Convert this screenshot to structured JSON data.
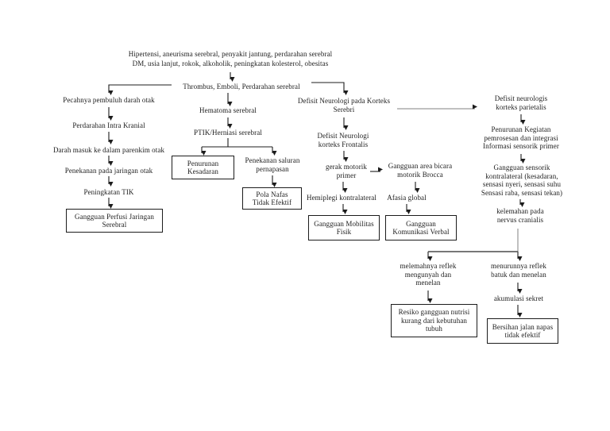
{
  "document": {
    "type": "pathophysiology-flowchart",
    "language": "Indonesian",
    "background_color": "#ffffff",
    "line_color": "#1c1c1c",
    "gray_line_color": "#999999"
  },
  "nodes": {
    "title": [
      "Hipertensi, aneurisma serebral, penyakit jantung, perdarahan serebral",
      "DM, usia lanjut, rokok, alkoholik, peningkatan kolesterol, obesitas"
    ],
    "thrombus": [
      "Thrombus, Emboli, Perdarahan serebral"
    ],
    "pecahnya": [
      "Pecahnya pembuluh darah otak"
    ],
    "perdarahan_intra": [
      "Perdarahan Intra Kranial"
    ],
    "darah_masuk": [
      "Darah masuk ke dalam parenkim otak"
    ],
    "penekanan_jaringan": [
      "Penekanan pada jaringan otak"
    ],
    "peningkatan_tik": [
      "Peningkatan TIK"
    ],
    "gangguan_perfusi": [
      "Gangguan Perfusi Jaringan",
      "Serebral"
    ],
    "hematoma": [
      "Hematoma serebral"
    ],
    "ptik": [
      "PTIK/Herniasi serebral"
    ],
    "penurunan_kesadaran": [
      "Penurunan",
      "Kesadaran"
    ],
    "penekanan_saluran": [
      "Penekanan saluran",
      "pernapasan"
    ],
    "pola_nafas": [
      "Pola Nafas",
      "Tidak Efektif"
    ],
    "defisit_serebri": [
      "Defisit Neurologi pada Korteks",
      "Serebri"
    ],
    "defisit_frontalis": [
      "Defisit Neurologi",
      "korteks Frontalis"
    ],
    "gerak_motorik": [
      "gerak motorik",
      "primer"
    ],
    "gangguan_bicara": [
      "Gangguan area bicara",
      "motorik Brocca"
    ],
    "hemiplegi": [
      "Hemiplegi kontralateral"
    ],
    "gangguan_mobilitas": [
      "Gangguan Mobilitas",
      "Fisik"
    ],
    "afasia": [
      "Afasia global"
    ],
    "gangguan_komunikasi": [
      "Gangguan",
      "Komunikasi Verbal"
    ],
    "defisit_parietalis": [
      "Defisit neurologis",
      "korteks parietalis"
    ],
    "penurunan_kegiatan": [
      "Penurunan Kegiatan",
      "pemrosesan dan integrasi",
      "Informasi sensorik primer"
    ],
    "gangguan_sensorik": [
      "Gangguan sensorik",
      "kontralateral (kesadaran,",
      "sensasi nyeri, sensasi suhu",
      "Sensasi raba, sensasi tekan)"
    ],
    "kelemahan_nervus": [
      "kelemahan pada",
      "nervus cranialis"
    ],
    "melemahnya_reflek": [
      "melemahnya reflek",
      "mengunyah dan",
      "menelan"
    ],
    "resiko_nutrisi": [
      "Resiko gangguan nutrisi",
      "kurang dari kebutuhan",
      "tubuh"
    ],
    "menurunnya_reflek": [
      "menurunnya reflek",
      "batuk dan menelan"
    ],
    "akumulasi": [
      "akumulasi sekret"
    ],
    "bersihan_jalan": [
      "Bersihan jalan napas",
      "tidak efektif"
    ]
  }
}
